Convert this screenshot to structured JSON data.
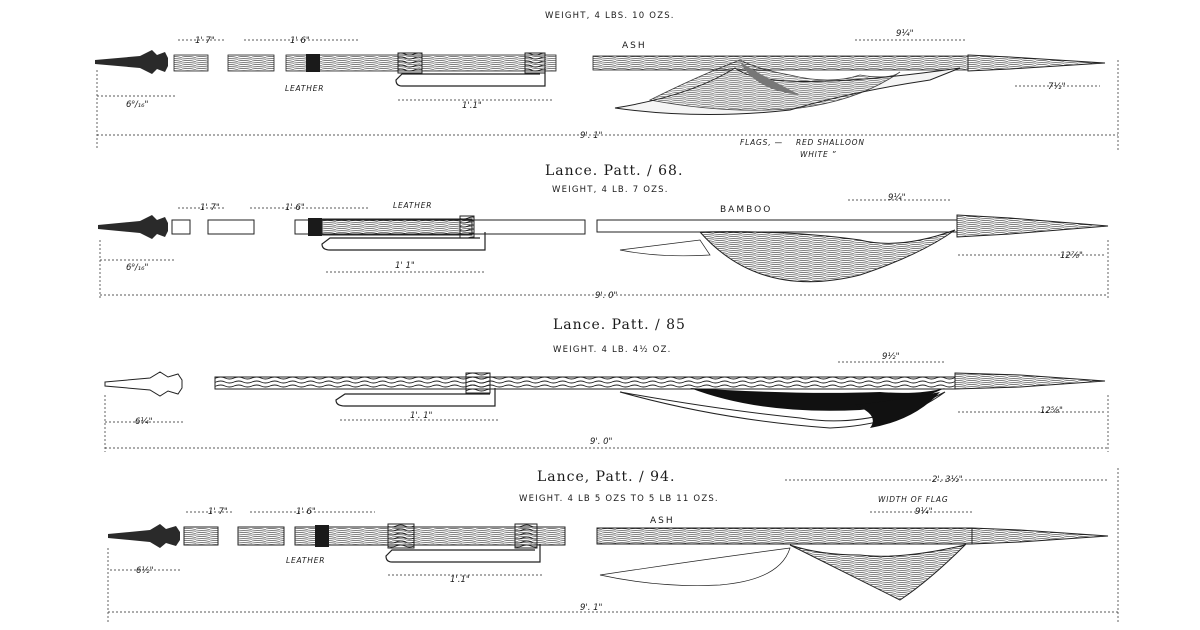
{
  "lances": [
    {
      "title": "",
      "weight": "WEIGHT, 4 LBS. 10 OZS.",
      "material": "ASH",
      "dims": {
        "butt": "6⁹/₁₆\"",
        "seg1": "1' 7\"",
        "seg2": "1' 6\"",
        "sling": "1'.1\"",
        "flag_width": "9¼\"",
        "head": "7½\"",
        "total": "9'. 1\""
      },
      "labels": {
        "leather": "LEATHER",
        "flags": "FLAGS, —",
        "red": "RED SHALLOON",
        "white": "WHITE     ”"
      }
    },
    {
      "title": "Lance. Patt. ∕ 68.",
      "weight": "WEIGHT,  4 LB.  7 OZS.",
      "material": "BAMBOO",
      "dims": {
        "butt": "6⁹/₁₆\"",
        "seg1": "1' 7\"",
        "seg2": "1' 6\"",
        "sling": "1' 1\"",
        "flag_width": "9¼\"",
        "head": "12⅞\"",
        "total": "9'. 0\""
      },
      "labels": {
        "leather": "LEATHER"
      }
    },
    {
      "title": "Lance. Patt. ∕ 85",
      "weight": "WEIGHT. 4  LB. 4½  OZ.",
      "dims": {
        "butt": "6¼\"",
        "sling": "1'. 1\"",
        "flag_width": "9½\"",
        "head": "12⅝\"",
        "total": "9'. 0\""
      }
    },
    {
      "title": "Lance, Patt. ∕ 94.",
      "weight": "WEIGHT. 4 LB  5 OZS  TO  5 LB  11 OZS.",
      "material": "ASH",
      "dims": {
        "butt": "6½\"",
        "seg1": "1' 7\"",
        "seg2": "1' 6\"",
        "sling": "1'.1\"",
        "flag_width": "9¼\"",
        "head_to_flag": "2'. 3½\"",
        "total": "9'. 1\""
      },
      "labels": {
        "leather": "LEATHER",
        "width_of_flag": "WIDTH OF FLAG"
      }
    }
  ]
}
